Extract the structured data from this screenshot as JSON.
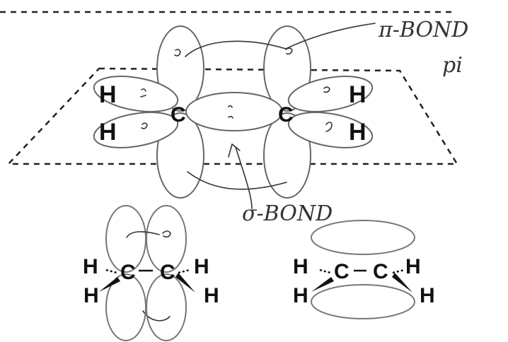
{
  "labels": {
    "pi_bond": "π-BOND",
    "pi_word": "pi",
    "sigma_bond": "σ-BOND"
  },
  "atoms": {
    "carbon": "C",
    "hydrogen": "H"
  }
}
